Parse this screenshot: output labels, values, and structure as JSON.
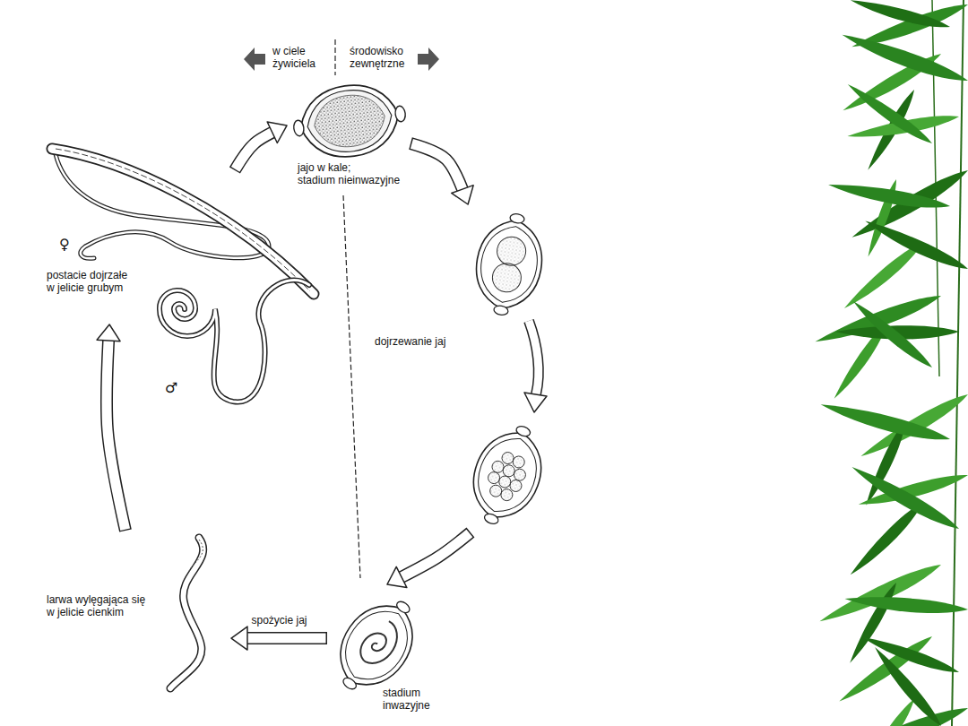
{
  "diagram": {
    "nodes": [
      {
        "text": [
          "jajo w kale;",
          "stadium nieinwazyjne"
        ]
      },
      {
        "text": [
          "dojrzewanie jaj"
        ]
      },
      {
        "text": [
          "stadium inwazyjne"
        ]
      },
      {
        "text": [
          "larwa wylęgająca się w jelicie cienkim"
        ]
      },
      {
        "text": [
          "postacie dojrzałe w jelicie grubym"
        ]
      }
    ],
    "edges": [
      {
        "from": 0,
        "to": 1,
        "arrow": "to"
      },
      {
        "from": 1,
        "to": 2,
        "arrow": "to"
      },
      {
        "from": 2,
        "to": 3,
        "label": "spożycie jaj",
        "arrow": "to"
      },
      {
        "from": 3,
        "to": 4,
        "arrow": "to"
      },
      {
        "from": 4,
        "to": 0,
        "arrow": "to"
      }
    ],
    "labels": [
      "w ciele żywiciela",
      "środowisko zewnętrzne",
      "♀",
      "♂"
    ]
  }
}
